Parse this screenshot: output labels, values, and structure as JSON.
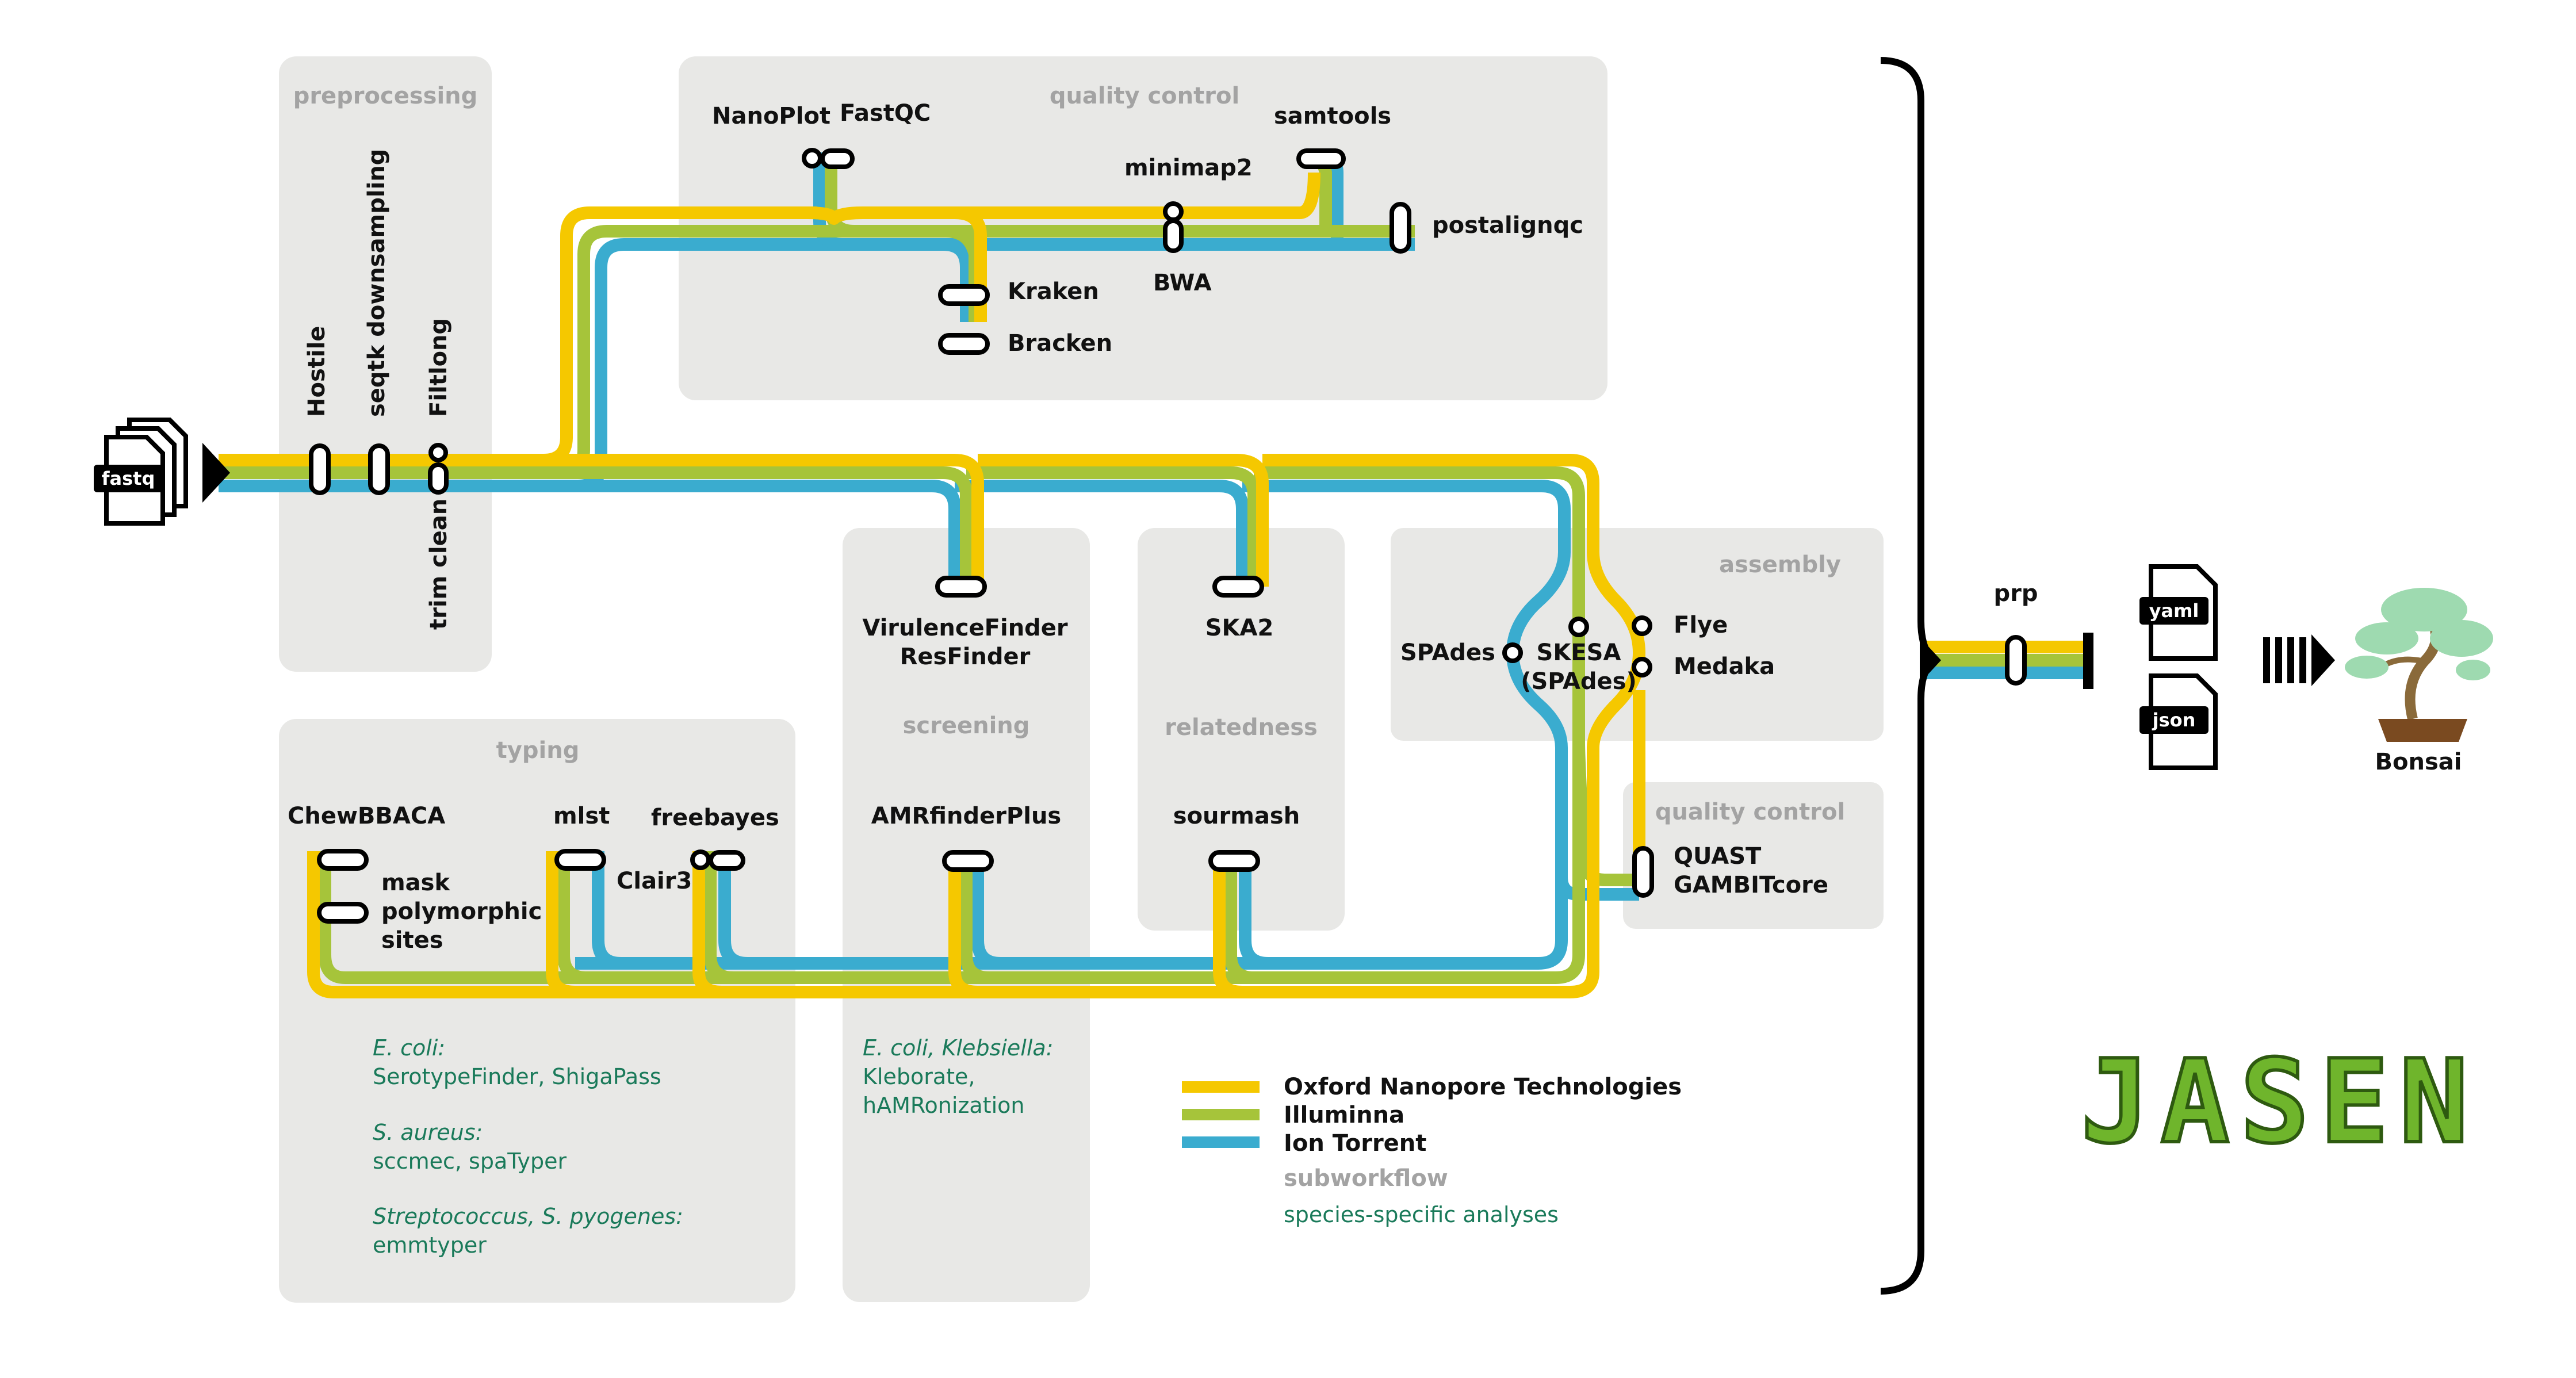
{
  "colors": {
    "ont": "#f5c800",
    "illumina": "#a6c43a",
    "iontorrent": "#3aaccf",
    "section_bg": "#e8e8e6",
    "section_title": "#a3a3a3",
    "species_text": "#1a7a5a",
    "logo_green": "#6fb52c"
  },
  "icons": {
    "input": "fastq-file-stack-icon",
    "yaml": "yaml-file-icon",
    "json": "json-file-icon",
    "bonsai": "bonsai-tree-icon",
    "logo": "jasen-logo"
  },
  "input": {
    "label": "fastq"
  },
  "sections": {
    "preprocessing": "preprocessing",
    "quality_control": "quality control",
    "assembly": "assembly",
    "assembly_qc": "quality control",
    "screening": "screening",
    "relatedness": "relatedness",
    "typing": "typing"
  },
  "tools": {
    "hostile": "Hostile",
    "seqtk": "seqtk downsampling",
    "filtlong": "Filtlong",
    "trim_clean": "trim clean",
    "nanoplot": "NanoPlot",
    "fastqc": "FastQC",
    "minimap2": "minimap2",
    "samtools": "samtools",
    "postalignqc": "postalignqc",
    "kraken": "Kraken",
    "bracken": "Bracken",
    "bwa": "BWA",
    "virulencefinder": "VirulenceFinder",
    "resfinder": "ResFinder",
    "ska2": "SKA2",
    "spades": "SPAdes",
    "skesa": "SKESA",
    "skesa_alt": "(SPAdes)",
    "flye": "Flye",
    "medaka": "Medaka",
    "quast": "QUAST",
    "gambit": "GAMBITcore",
    "chewbbaca": "ChewBBACA",
    "mask_line1": "mask",
    "mask_line2": "polymorphic",
    "mask_line3": "sites",
    "mlst": "mlst",
    "clair3": "Clair3",
    "freebayes": "freebayes",
    "amrfinder": "AMRfinderPlus",
    "sourmash": "sourmash",
    "prp": "prp"
  },
  "outputs": {
    "yaml": "yaml",
    "json": "json",
    "bonsai": "Bonsai"
  },
  "species": {
    "typing": [
      {
        "organism": "E. coli:",
        "tools": "SerotypeFinder, ShigaPass"
      },
      {
        "organism": "S. aureus:",
        "tools": "sccmec, spaTyper"
      },
      {
        "organism": "Streptococcus, S. pyogenes:",
        "tools": "emmtyper"
      }
    ],
    "screening": {
      "organism": "E. coli, Klebsiella:",
      "tools_line1": "Kleborate,",
      "tools_line2": "hAMRonization"
    }
  },
  "legend": {
    "ont": "Oxford Nanopore Technologies",
    "illumina": "Illuminna",
    "iontorrent": "Ion Torrent",
    "subworkflow": "subworkflow",
    "species": "species-specific analyses"
  },
  "logo": {
    "text": "JASEN"
  }
}
